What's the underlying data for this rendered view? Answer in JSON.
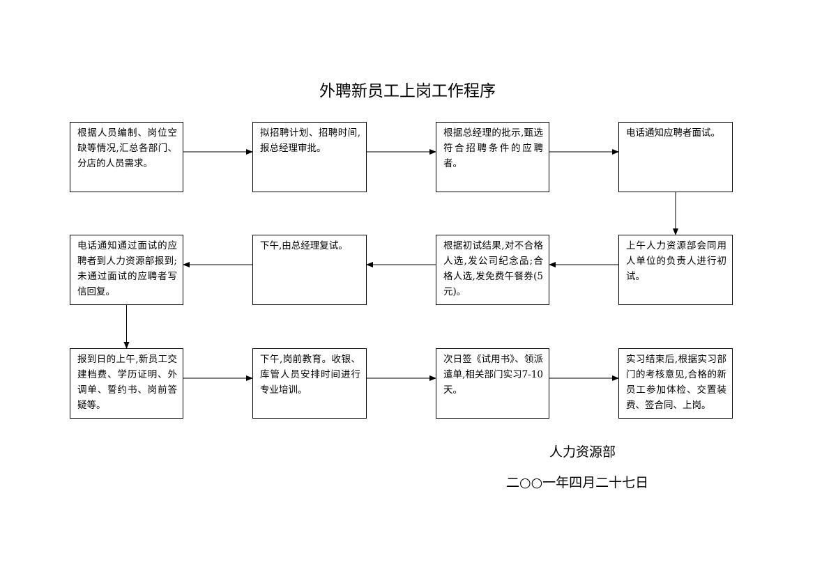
{
  "title": "外聘新员工上岗工作程序",
  "steps": [
    "根据人员编制、岗位空缺等情况,汇总各部门、分店的人员需求。",
    "拟招聘计划、招聘时间,报总经理审批。",
    "根据总经理的批示,甄选符合招聘条件的应聘者。",
    "电话通知应聘者面试。",
    "上午人力资源部会同用人单位的负责人进行初试。",
    "根据初试结果,对不合格人选,发公司纪念品;合格人选,发免费午餐券(5元)。",
    "下午,由总经理复试。",
    "电话通知通过面试的应聘者到人力资源部报到;未通过面试的应聘者写信回复。",
    "报到日的上午,新员工交建档费、学历证明、外调单、誓约书、岗前答疑等。",
    "下午,岗前教育。收银、库管人员安排时间进行专业培训。",
    "次日签《试用书》、领派遣单,相关部门实习7-10天。",
    "实习结束后,根据实习部门的考核意见,合格的新员工参加体检、交置装费、签合同、上岗。"
  ],
  "flow_order": [
    0,
    1,
    2,
    3,
    4,
    5,
    6,
    7,
    8,
    9,
    10,
    11
  ],
  "footer": {
    "department": "人力资源部",
    "date": "二○○一年四月二十七日"
  }
}
